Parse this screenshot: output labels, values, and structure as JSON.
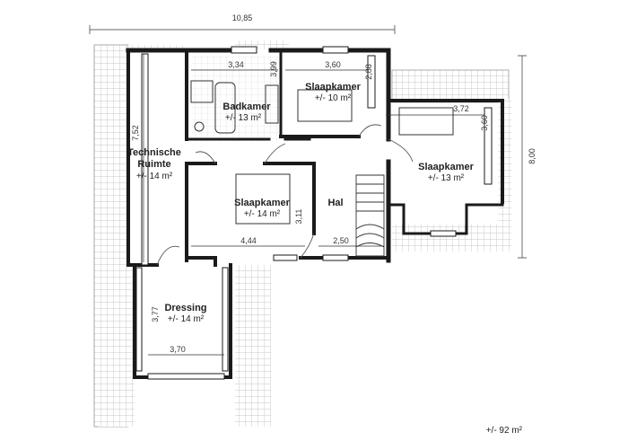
{
  "dimensions": {
    "overall_width": "10,85",
    "overall_height": "8,00",
    "technische_height": "7,52",
    "badkamer_width": "3,34",
    "badkamer_depth": "3,99",
    "slaapkamer_top_width": "3,60",
    "slaapkamer_top_depth": "2,88",
    "slaapkamer_right_width": "3,72",
    "slaapkamer_right_depth": "3,60",
    "slaapkamer_mid_width": "4,44",
    "slaapkamer_mid_depth": "3,11",
    "hal_width": "2,50",
    "dressing_depth": "3,77",
    "dressing_width": "3,70"
  },
  "rooms": {
    "technische": {
      "name_line1": "Technische",
      "name_line2": "Ruimte",
      "area": "+/- 14 m²"
    },
    "badkamer": {
      "name": "Badkamer",
      "area": "+/- 13 m²"
    },
    "slaapkamer_top": {
      "name": "Slaapkamer",
      "area": "+/- 10 m²"
    },
    "slaapkamer_right": {
      "name": "Slaapkamer",
      "area": "+/- 13 m²"
    },
    "slaapkamer_mid": {
      "name": "Slaapkamer",
      "area": "+/- 14 m²"
    },
    "hal": {
      "name": "Hal"
    },
    "dressing": {
      "name": "Dressing",
      "area": "+/- 14 m²"
    }
  },
  "total_area": "+/- 92 m²",
  "colors": {
    "wall": "#1a1a1a",
    "roof_grid": "#b5b5b5",
    "tile_grid": "#d8d8d8",
    "dim_line": "#333333"
  }
}
